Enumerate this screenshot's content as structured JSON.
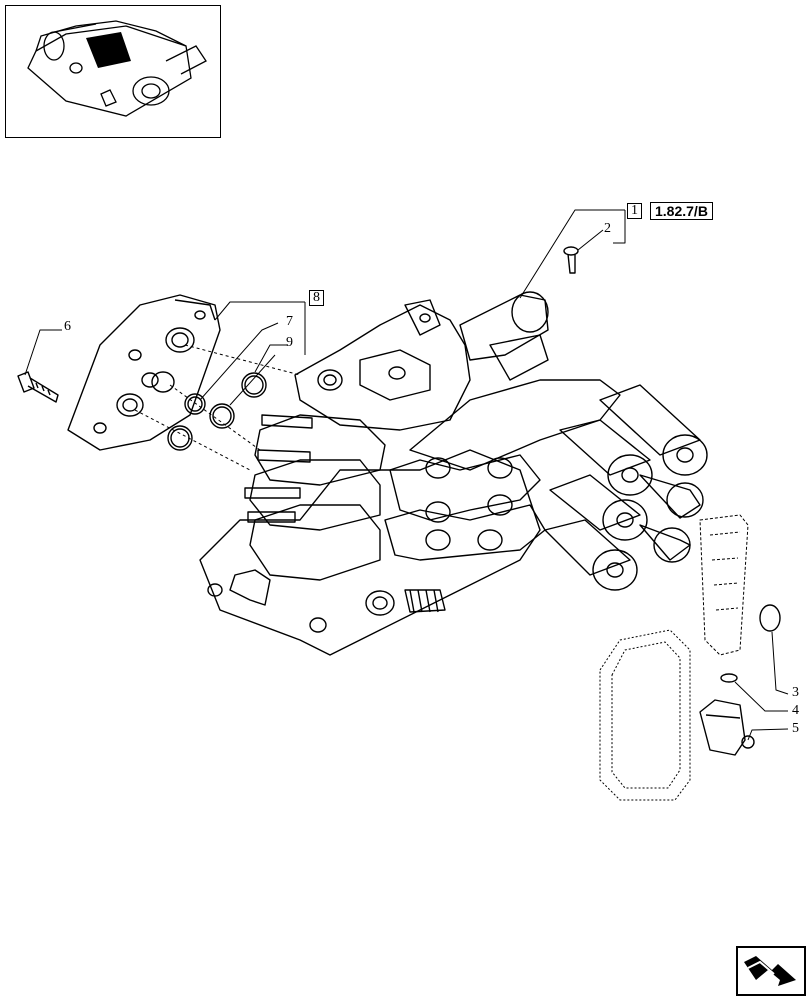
{
  "callouts": {
    "item_1": "1",
    "ref_doc": "1.82.7/B",
    "item_2": "2",
    "item_3": "3",
    "item_4": "4",
    "item_5": "5",
    "item_6": "6",
    "item_7": "7",
    "item_8": "8",
    "item_9": "9"
  },
  "icons": {
    "nav": "next-page-arrow-icon",
    "thumbnail": "assembly-thumbnail"
  },
  "colors": {
    "line": "#000000",
    "background": "#ffffff"
  }
}
